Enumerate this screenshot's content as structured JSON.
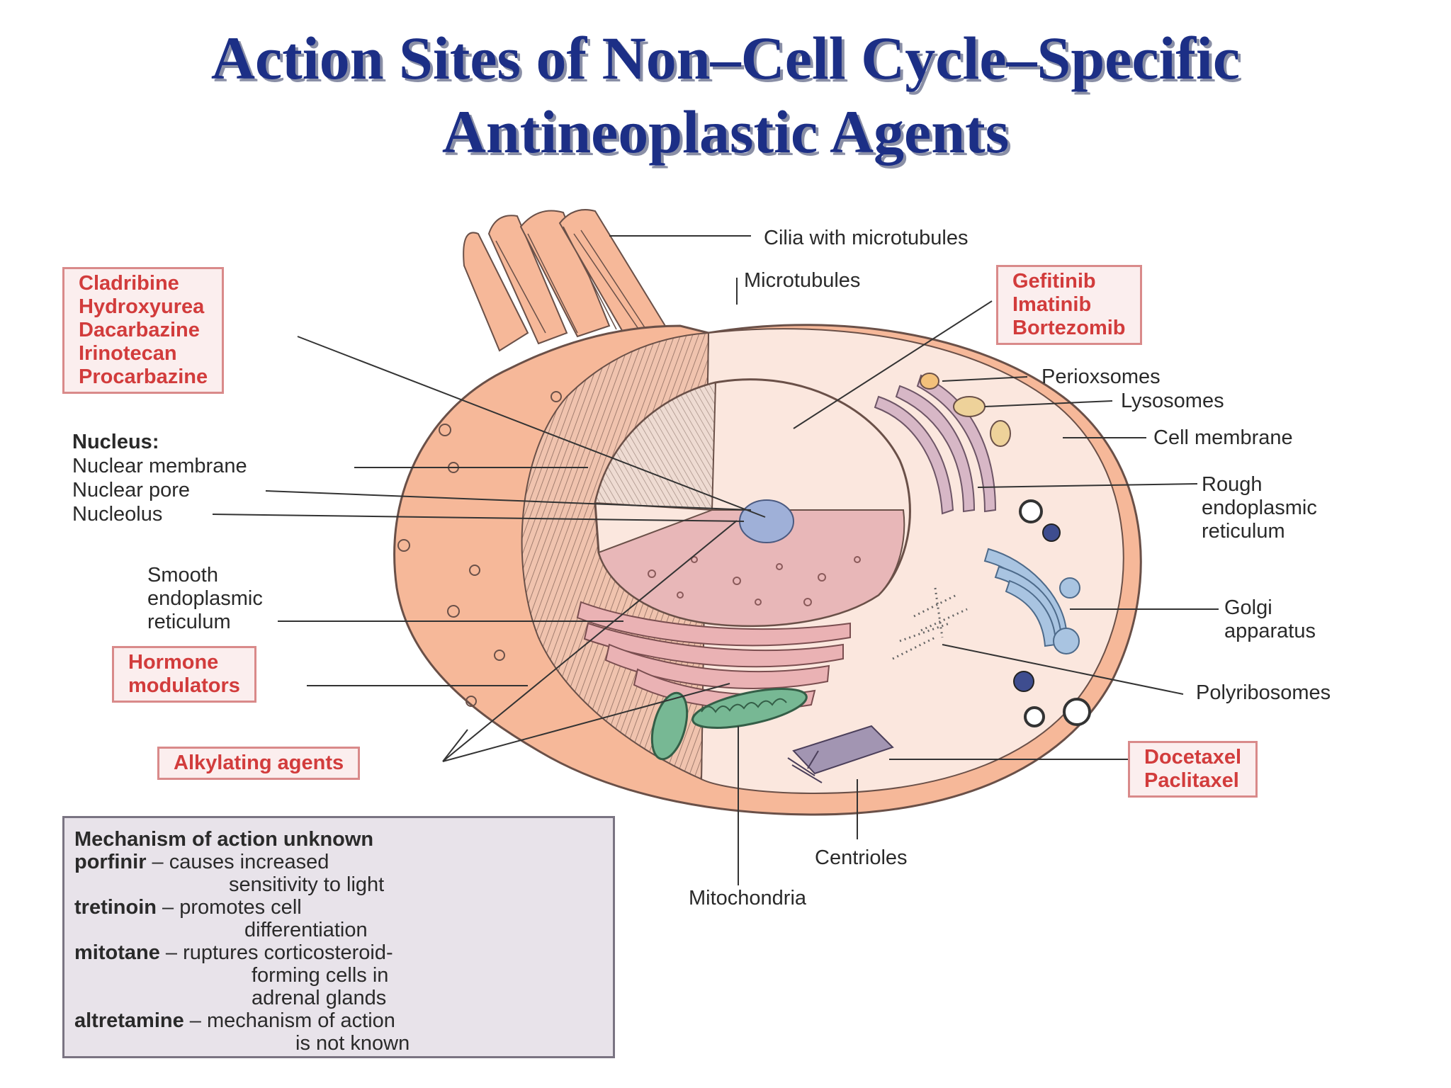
{
  "title": {
    "line1": "Action Sites of Non–Cell Cycle–Specific",
    "line2": "Antineoplastic Agents"
  },
  "labels": {
    "cilia": "Cilia with microtubules",
    "microtubules": "Microtubules",
    "perioxsomes": "Perioxsomes",
    "lysosomes": "Lysosomes",
    "cell_membrane": "Cell membrane",
    "rough_er": [
      "Rough",
      "endoplasmic",
      "reticulum"
    ],
    "golgi": [
      "Golgi",
      "apparatus"
    ],
    "polyribosomes": "Polyribosomes",
    "centrioles": "Centrioles",
    "mitochondria": "Mitochondria",
    "nucleus_heading": "Nucleus:",
    "nuclear_membrane": "Nuclear membrane",
    "nuclear_pore": "Nuclear pore",
    "nucleolus": "Nucleolus",
    "smooth_er": [
      "Smooth",
      "endoplasmic",
      "reticulum"
    ]
  },
  "drug_boxes": {
    "left_group": [
      "Cladribine",
      "Hydroxyurea",
      "Dacarbazine",
      "Irinotecan",
      "Procarbazine"
    ],
    "right_group": [
      "Gefitinib",
      "Imatinib",
      "Bortezomib"
    ],
    "hormone": [
      "Hormone",
      "modulators"
    ],
    "alkylating": "Alkylating agents",
    "taxanes": [
      "Docetaxel",
      "Paclitaxel"
    ]
  },
  "mechanism_box": {
    "heading": "Mechanism of action unknown",
    "porfinir_name": "porfinir",
    "porfinir_desc": [
      " – causes increased",
      "sensitivity to light"
    ],
    "tretinoin_name": "tretinoin",
    "tretinoin_desc": [
      " – promotes cell",
      "differentiation"
    ],
    "mitotane_name": "mitotane",
    "mitotane_desc": [
      " – ruptures corticosteroid-",
      "forming cells in",
      "adrenal glands"
    ],
    "altretamine_name": "altretamine",
    "altretamine_desc": [
      " – mechanism of action",
      "is not known"
    ]
  },
  "colors": {
    "title": "#1c2f86",
    "drug_text": "#d23c3c",
    "drug_border": "#d98a8a",
    "cytoplasm_outer": "#f6b899",
    "cytoplasm_inner": "#fbe7de"
  }
}
